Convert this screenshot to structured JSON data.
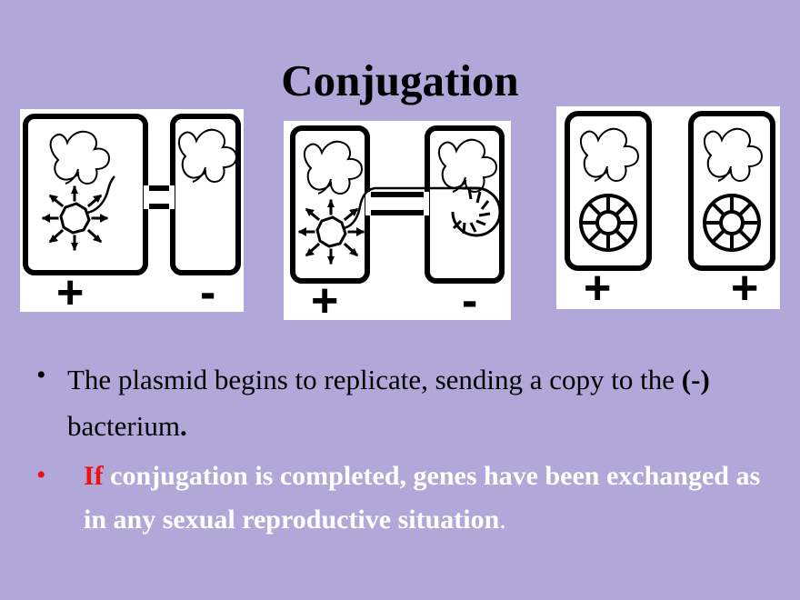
{
  "slide": {
    "title": "Conjugation",
    "background_color": "#b2a7d9",
    "title_color": "#000000"
  },
  "diagram": {
    "caption": "Three-stage diagram of bacterial conjugation",
    "panels": [
      {
        "id": "panel-1",
        "stage": "conjugation-bridge-formed",
        "cells": [
          {
            "side": "left",
            "label": "+",
            "has_chromosome": true,
            "plasmid": "starburst-plasmid"
          },
          {
            "side": "right",
            "label": "-",
            "has_chromosome": true,
            "plasmid": "none"
          }
        ],
        "labels": [
          "+",
          "-"
        ],
        "bridge": true,
        "tube": "starting"
      },
      {
        "id": "panel-2",
        "stage": "plasmid-copy-transferring",
        "cells": [
          {
            "side": "left",
            "label": "+",
            "has_chromosome": true,
            "plasmid": "starburst-plasmid"
          },
          {
            "side": "right",
            "label": "-",
            "has_chromosome": true,
            "plasmid": "partial-coiled-plasmid"
          }
        ],
        "labels": [
          "+",
          "-"
        ],
        "bridge": true,
        "tube": "transferring"
      },
      {
        "id": "panel-3",
        "stage": "conjugation-complete",
        "cells": [
          {
            "side": "left",
            "label": "+",
            "has_chromosome": true,
            "plasmid": "wheel-plasmid"
          },
          {
            "side": "right",
            "label": "+",
            "has_chromosome": true,
            "plasmid": "wheel-plasmid"
          }
        ],
        "labels": [
          "+",
          "+"
        ],
        "bridge": false,
        "tube": "none"
      }
    ]
  },
  "bullets": [
    {
      "marker": "•",
      "marker_color": "#000000",
      "text_color": "#000000",
      "segments": [
        {
          "text": "The plasmid begins to replicate, sending a copy to the ",
          "style": "normal"
        },
        {
          "text": "(-)",
          "style": "bold"
        },
        {
          "text": " bacterium",
          "style": "normal"
        },
        {
          "text": ".",
          "style": "bold"
        }
      ]
    },
    {
      "marker": "•",
      "marker_color": "#ee1111",
      "text_color": "#ffffff",
      "segments": [
        {
          "text": "If",
          "style": "keyword",
          "color": "#ee1111"
        },
        {
          "text": " conjugation is completed, genes have been exchanged as in any sexual reproductive situation",
          "style": "bold"
        },
        {
          "text": ".",
          "style": "tail"
        }
      ]
    }
  ]
}
